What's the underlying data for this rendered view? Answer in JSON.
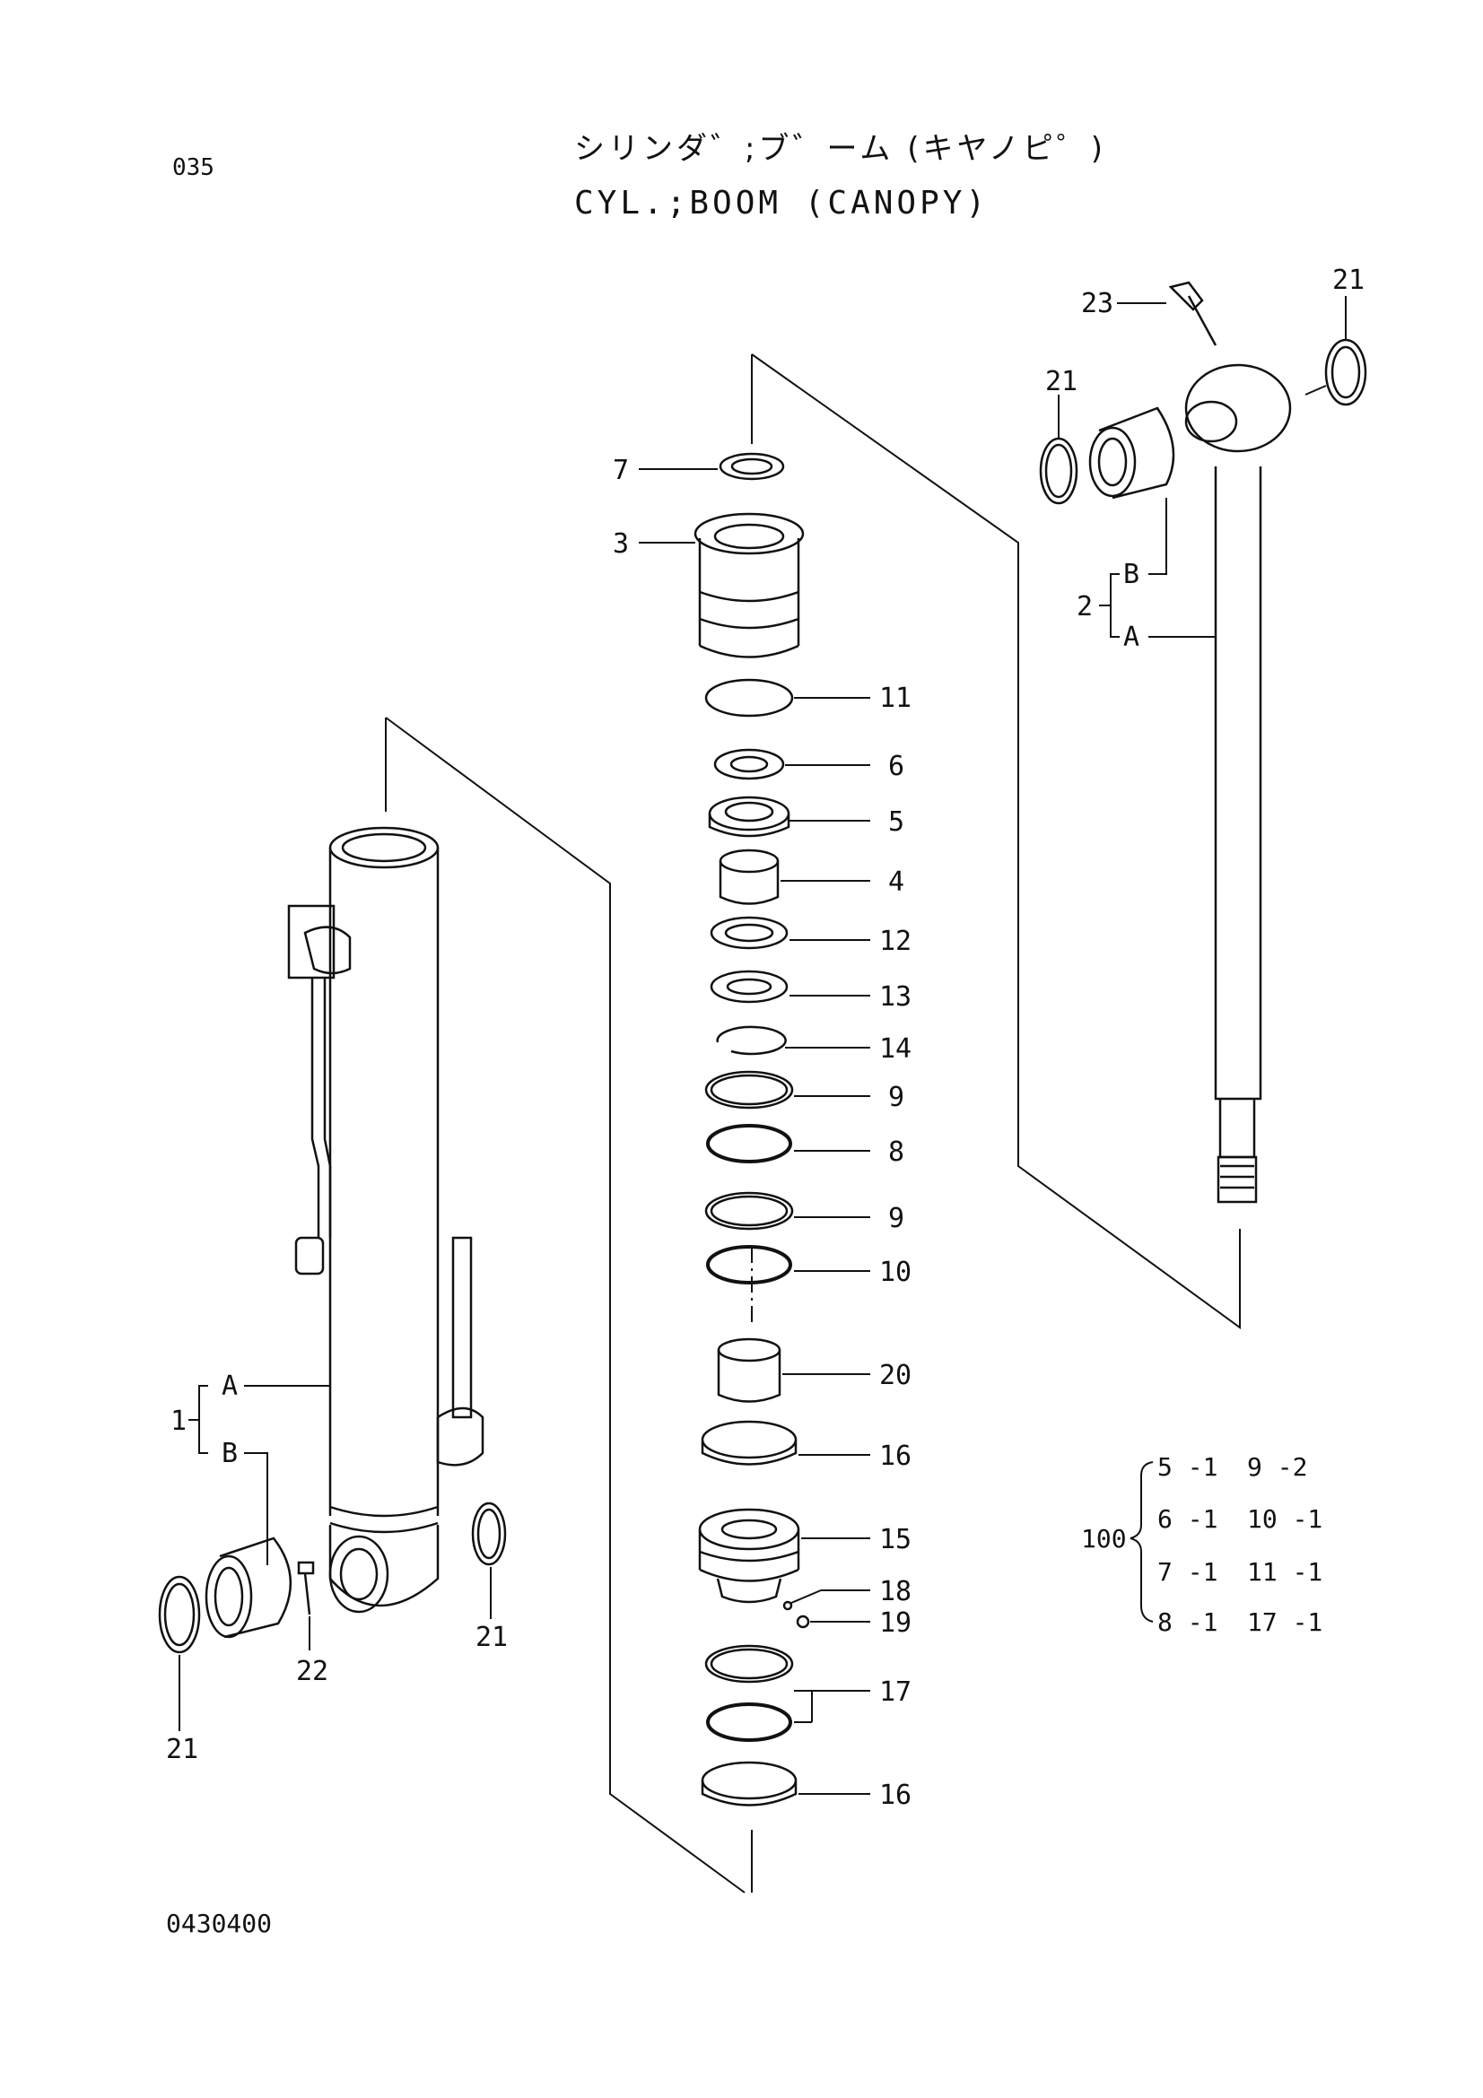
{
  "page_number": "035",
  "title_jp": "シリンダ゛;ブ゛ーム (キヤノピ゜)",
  "title_en": "CYL.;BOOM (CANOPY)",
  "document_number": "0430400",
  "callouts": {
    "p1": "1",
    "p1a": "A",
    "p1b": "B",
    "p2": "2",
    "p2a": "A",
    "p2b": "B",
    "p3": "3",
    "p4": "4",
    "p5": "5",
    "p6": "6",
    "p7": "7",
    "p8": "8",
    "p9a": "9",
    "p9b": "9",
    "p10": "10",
    "p11": "11",
    "p12": "12",
    "p13": "13",
    "p14": "14",
    "p15": "15",
    "p16a": "16",
    "p16b": "16",
    "p17": "17",
    "p18": "18",
    "p19": "19",
    "p20": "20",
    "p21a": "21",
    "p21b": "21",
    "p21c": "21",
    "p21d": "21",
    "p22": "22",
    "p23": "23"
  },
  "kit": {
    "number": "100",
    "left_column": [
      "5 -1",
      "6 -1",
      "7 -1",
      "8 -1"
    ],
    "right_column": [
      "9 -2",
      "10 -1",
      "11 -1",
      "17 -1"
    ]
  }
}
